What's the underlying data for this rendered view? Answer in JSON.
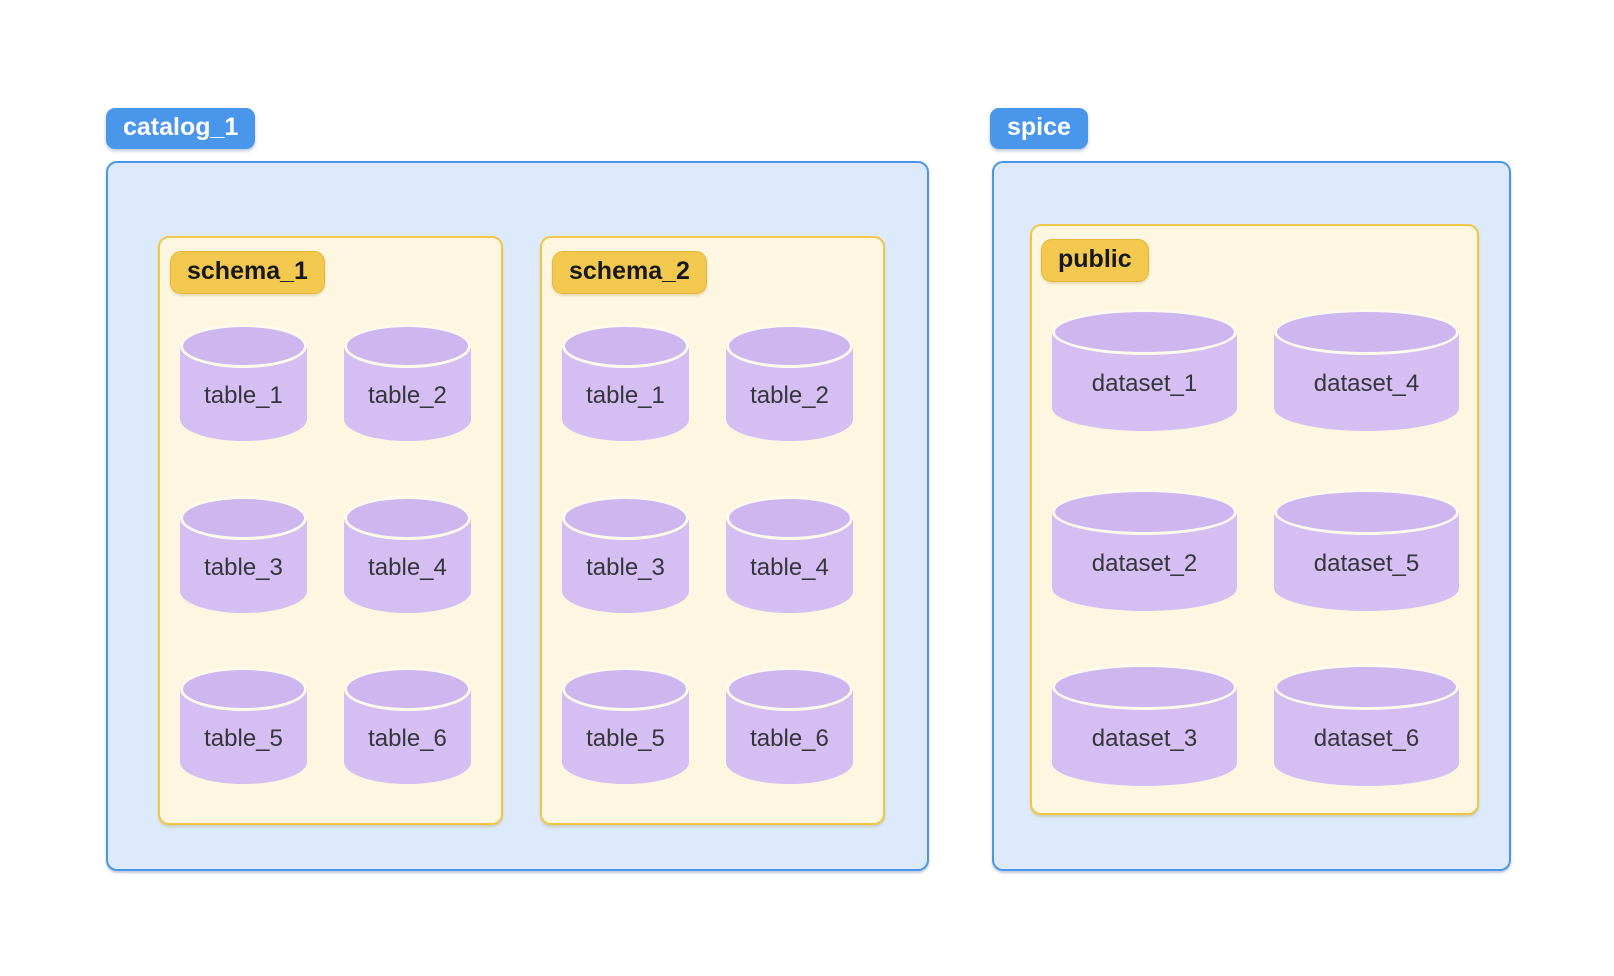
{
  "diagram": {
    "description": "Database hierarchy diagram: catalogs containing schemas containing tables/datasets",
    "colors": {
      "container_badge_bg": "#4a96eb",
      "container_badge_text": "#ffffff",
      "container_box_bg": "#dceafb",
      "container_box_border": "#4a96eb",
      "group_box_bg": "#fdf7e2",
      "group_box_border": "#f0c64a",
      "group_badge_bg": "#f2c94e",
      "group_badge_text": "#17181c",
      "cylinder_body": "#d5bef1",
      "cylinder_cap": "#ceb6ee",
      "cylinder_cap_stroke": "#fffbec",
      "cylinder_label_text": "#35353d",
      "page_background": "#ffffff"
    }
  },
  "containers": [
    {
      "label": "catalog_1",
      "groups": [
        {
          "label": "schema_1",
          "items": [
            "table_1",
            "table_2",
            "table_3",
            "table_4",
            "table_5",
            "table_6"
          ]
        },
        {
          "label": "schema_2",
          "items": [
            "table_1",
            "table_2",
            "table_3",
            "table_4",
            "table_5",
            "table_6"
          ]
        }
      ]
    },
    {
      "label": "spice",
      "groups": [
        {
          "label": "public",
          "items": [
            "dataset_1",
            "dataset_2",
            "dataset_3",
            "dataset_4",
            "dataset_5",
            "dataset_6"
          ]
        }
      ]
    }
  ]
}
